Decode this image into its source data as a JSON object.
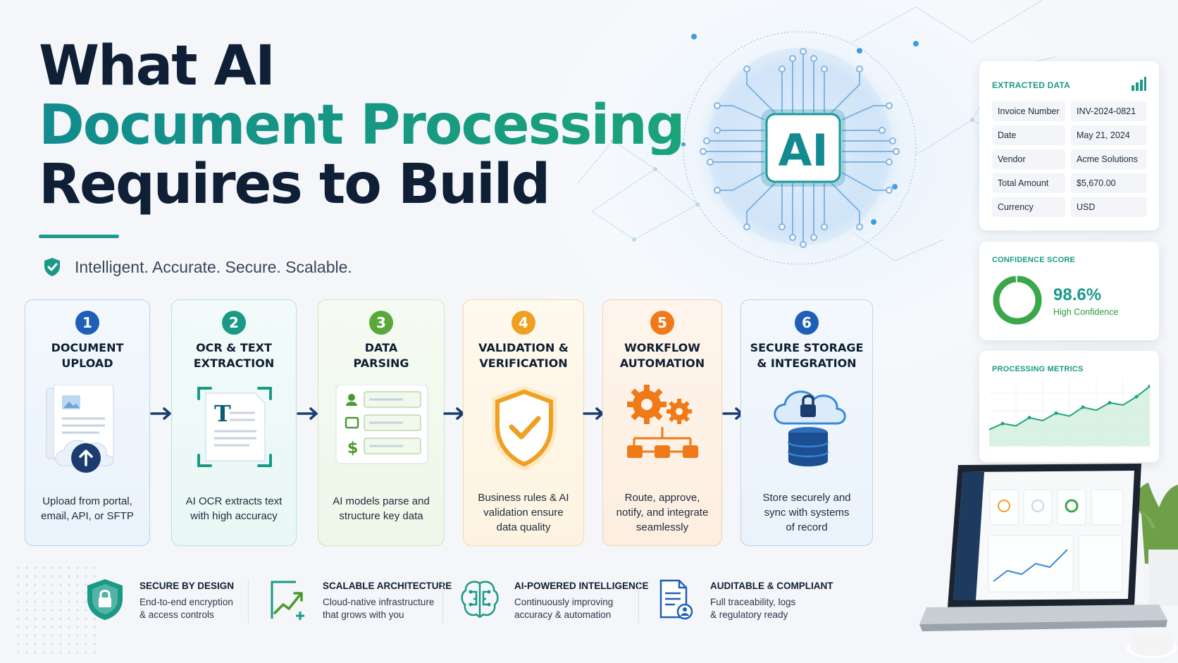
{
  "title": {
    "line1": "What AI",
    "line2": "Document Processing",
    "line3": "Requires to Build",
    "tagline": "Intelligent. Accurate. Secure. Scalable."
  },
  "brain": {
    "label": "AI"
  },
  "steps": [
    {
      "num": "1",
      "title_l1": "DOCUMENT",
      "title_l2": "UPLOAD",
      "desc_l1": "Upload from portal,",
      "desc_l2": "email, API, or SFTP",
      "desc_l3": "",
      "color": "#1f5fb8",
      "icon": "document-upload-icon"
    },
    {
      "num": "2",
      "title_l1": "OCR & TEXT",
      "title_l2": "EXTRACTION",
      "desc_l1": "AI OCR extracts text",
      "desc_l2": "with high accuracy",
      "desc_l3": "",
      "color": "#1a9a86",
      "icon": "ocr-scan-icon"
    },
    {
      "num": "3",
      "title_l1": "DATA",
      "title_l2": "PARSING",
      "desc_l1": "AI models parse and",
      "desc_l2": "structure key data",
      "desc_l3": "",
      "color": "#5aa83a",
      "icon": "data-form-icon"
    },
    {
      "num": "4",
      "title_l1": "VALIDATION &",
      "title_l2": "VERIFICATION",
      "desc_l1": "Business rules & AI",
      "desc_l2": "validation ensure",
      "desc_l3": "data quality",
      "color": "#f0a020",
      "icon": "shield-check-icon"
    },
    {
      "num": "5",
      "title_l1": "WORKFLOW",
      "title_l2": "AUTOMATION",
      "desc_l1": "Route, approve,",
      "desc_l2": "notify, and integrate",
      "desc_l3": "seamlessly",
      "color": "#f07a18",
      "icon": "gears-workflow-icon"
    },
    {
      "num": "6",
      "title_l1": "SECURE STORAGE",
      "title_l2": "& INTEGRATION",
      "desc_l1": "Store securely and",
      "desc_l2": "sync with systems",
      "desc_l3": "of record",
      "color": "#1f5fb8",
      "icon": "cloud-database-icon"
    }
  ],
  "features": [
    {
      "title": "SECURE BY DESIGN",
      "d1": "End-to-end encryption",
      "d2": "& access controls",
      "icon": "shield-lock-icon"
    },
    {
      "title": "SCALABLE ARCHITECTURE",
      "d1": "Cloud-native infrastructure",
      "d2": "that grows with you",
      "icon": "growth-chart-icon"
    },
    {
      "title": "AI-POWERED INTELLIGENCE",
      "d1": "Continuously improving",
      "d2": "accuracy & automation",
      "icon": "brain-icon"
    },
    {
      "title": "AUDITABLE & COMPLIANT",
      "d1": "Full traceability, logs",
      "d2": "& regulatory ready",
      "icon": "audit-document-icon"
    }
  ],
  "extracted": {
    "title": "EXTRACTED DATA",
    "rows": [
      {
        "k": "Invoice Number",
        "v": "INV-2024-0821"
      },
      {
        "k": "Date",
        "v": "May 21, 2024"
      },
      {
        "k": "Vendor",
        "v": "Acme Solutions"
      },
      {
        "k": "Total Amount",
        "v": "$5,670.00"
      },
      {
        "k": "Currency",
        "v": "USD"
      }
    ]
  },
  "confidence": {
    "title": "CONFIDENCE SCORE",
    "value": "98.6%",
    "label": "High Confidence",
    "fraction": 0.986
  },
  "metrics": {
    "title": "PROCESSING METRICS",
    "values": [
      22,
      30,
      27,
      38,
      34,
      44,
      40,
      52,
      48,
      58,
      55,
      66,
      80
    ]
  },
  "colors": {
    "teal": "#1a9a86",
    "navy": "#0e1f36",
    "blue": "#1f5fb8",
    "green": "#5aa83a",
    "amber": "#f0a020",
    "orange": "#f07a18"
  }
}
